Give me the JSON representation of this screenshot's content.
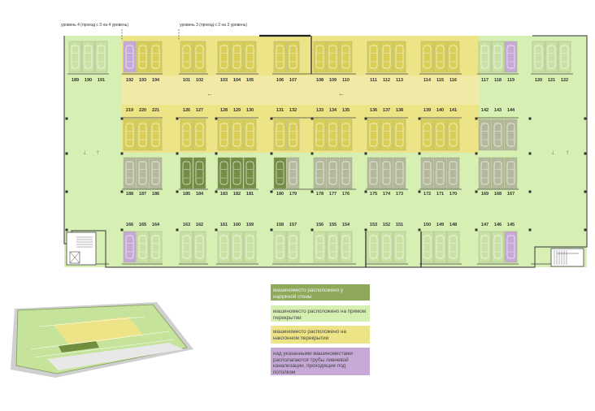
{
  "colors": {
    "flat": "#d6efb2",
    "ramp": "#ede387",
    "wall": "#8fa95a",
    "drain": "#c6a9d6",
    "car_flat": "#c8e2a4",
    "car_ramp": "#d9cf58",
    "car_wall": "#748c45",
    "car_grey": "#b4b99c",
    "lines": "#3a3a3a"
  },
  "labels": {
    "level4": "уровень 4 (проезд с 3 на 4 уровень)",
    "level3": "уровень 3 (проезд с 2 на 3 уровень)"
  },
  "rows": [
    [
      "189",
      "190",
      "191",
      "192",
      "193",
      "194",
      "101",
      "102",
      "103",
      "104",
      "105",
      "106",
      "107",
      "108",
      "109",
      "110",
      "111",
      "112",
      "113",
      "114",
      "115",
      "116",
      "117",
      "118",
      "119",
      "120",
      "121",
      "122"
    ],
    [
      "219",
      "220",
      "221",
      "126",
      "127",
      "128",
      "129",
      "130",
      "131",
      "132",
      "133",
      "134",
      "135",
      "136",
      "137",
      "138",
      "139",
      "140",
      "141",
      "142",
      "143",
      "144"
    ],
    [
      "188",
      "187",
      "186",
      "185",
      "184",
      "183",
      "182",
      "181",
      "180",
      "179",
      "178",
      "177",
      "176",
      "175",
      "174",
      "173",
      "172",
      "171",
      "170",
      "169",
      "168",
      "167"
    ],
    [
      "166",
      "165",
      "164",
      "163",
      "162",
      "161",
      "160",
      "159",
      "158",
      "157",
      "156",
      "155",
      "154",
      "153",
      "152",
      "151",
      "150",
      "149",
      "148",
      "147",
      "146",
      "145"
    ]
  ],
  "legend": [
    {
      "text": "машиноместо расположено у наружной стены",
      "color": "#8fa95a"
    },
    {
      "text": "машиноместо расположено на прямом перекрытии",
      "color": "#d6efb2"
    },
    {
      "text": "машиноместо расположено на наклонном перекрытии",
      "color": "#ede387"
    },
    {
      "text": "над указанными машиноместами располагаются трубы ливневой канализации, проходящие под потолком",
      "color": "#c6a9d6"
    }
  ]
}
